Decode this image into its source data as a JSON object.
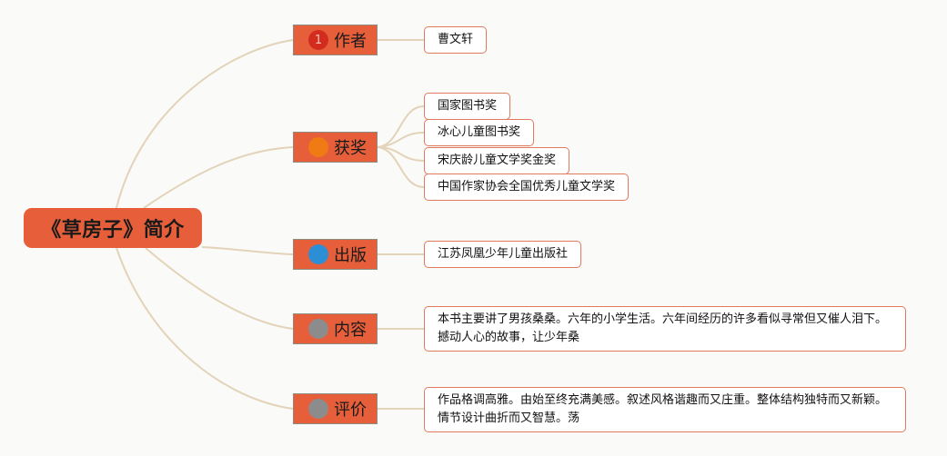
{
  "root": {
    "title": "《草房子》简介"
  },
  "branches": [
    {
      "label": "作者",
      "badge": {
        "icon": "circle-number-1-icon",
        "glyph": "1",
        "color": "#d32b1e"
      },
      "leaves": [
        "曹文轩"
      ]
    },
    {
      "label": "获奖",
      "badge": {
        "icon": "circle-orange-icon",
        "glyph": "",
        "color": "#f07a14"
      },
      "leaves": [
        "国家图书奖",
        "冰心儿童图书奖",
        "宋庆龄儿童文学奖金奖",
        "中国作家协会全国优秀儿童文学奖"
      ]
    },
    {
      "label": "出版",
      "badge": {
        "icon": "circle-blue-icon",
        "glyph": "",
        "color": "#2c8fd6"
      },
      "leaves": [
        "江苏凤凰少年儿童出版社"
      ]
    },
    {
      "label": "内容",
      "badge": {
        "icon": "circle-gray-icon",
        "glyph": "",
        "color": "#8c8c8c"
      },
      "leaves": [
        "本书主要讲了男孩桑桑。六年的小学生活。六年间经历的许多看似寻常但又催人泪下。撼动人心的故事，让少年桑"
      ]
    },
    {
      "label": "评价",
      "badge": {
        "icon": "circle-gray-icon",
        "glyph": "",
        "color": "#8c8c8c"
      },
      "leaves": [
        "作品格调高雅。由始至终充满美感。叙述风格谐趣而又庄重。整体结构独特而又新颖。情节设计曲折而又智慧。荡"
      ]
    }
  ],
  "colors": {
    "node": "#e65f3a",
    "link": "#e3d3b8",
    "leaf_border": "#e07a5f",
    "background": "#fafaf9"
  }
}
